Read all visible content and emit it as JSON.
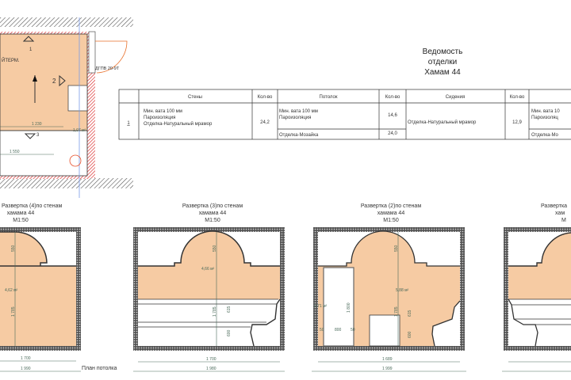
{
  "schedule": {
    "title_line1": "Ведомость",
    "title_line2": "отделки",
    "title_line3": "Хамам 44",
    "headers": [
      "Стены",
      "Кол-во",
      "Потолок",
      "Кол-во",
      "Сидения",
      "Кол-во"
    ],
    "row_number": "1",
    "walls": [
      "Мин. вата 100 мм",
      "Пароизоляция",
      "Отделка-Натуральный мрамор"
    ],
    "walls_qty": "24,2",
    "ceiling_1": [
      "Мин. вата 100 мм",
      "Пароизоляция"
    ],
    "ceiling_1_qty": "14,6",
    "ceiling_2": "Отделка-Мозайка",
    "ceiling_2_qty": "24,0",
    "seats": "Отделка-Натуральный мрамор",
    "seats_qty": "12,9",
    "floor_1": [
      "Мин. вата 10",
      "Пароизоляц"
    ],
    "floor_2": "Отделка-Мо"
  },
  "plan": {
    "label_term": "ЙТЕРМ.",
    "door_tag": "ДГПВ 20-9Т",
    "marker_1": "1",
    "marker_2": "2",
    "marker_3": "3",
    "dim_inner": "1 230",
    "dim_lower": "1 550",
    "area": "1,07 м²",
    "ceiling_plan_label": "План потолка"
  },
  "elevations": [
    {
      "title": "Развертка (4)по стенам",
      "sub": "хамама 44",
      "scale": "М1:50",
      "area": "4,62 м²",
      "dim1": "1 700",
      "dim2": "1 990",
      "h1": "550",
      "h2": "1 785"
    },
    {
      "title": "Развертка (3)по стенам",
      "sub": "хамама 44",
      "scale": "М1:50",
      "area": "4,66 м²",
      "dim1": "1 700",
      "dim2": "1 980",
      "h1": "550",
      "h2": "1 785",
      "h3": "615",
      "h4": "600"
    },
    {
      "title": "Развертка (2)по стенам",
      "sub": "хамама 44",
      "scale": "М1:50",
      "area": "5,88 м²",
      "area2": "2,71 м²",
      "dim1": "1 689",
      "dim2": "1 999",
      "h1": "550",
      "h2": "1 785",
      "h3": "615",
      "h4": "600",
      "d1": "800",
      "d2": "50",
      "d3": "50",
      "d4": "1 800"
    },
    {
      "title": "Развертка",
      "sub": "хам",
      "scale": "М"
    }
  ]
}
